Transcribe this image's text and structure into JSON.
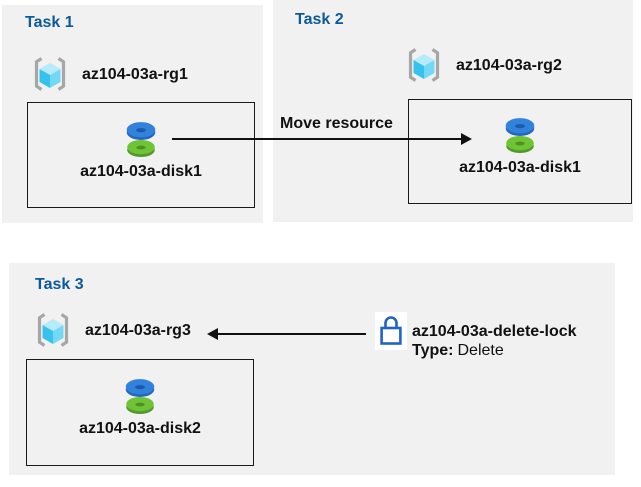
{
  "tasks": [
    {
      "title": "Task 1",
      "resource_group": "az104-03a-rg1",
      "disk": "az104-03a-disk1"
    },
    {
      "title": "Task 2",
      "resource_group": "az104-03a-rg2",
      "disk": "az104-03a-disk1"
    },
    {
      "title": "Task 3",
      "resource_group": "az104-03a-rg3",
      "disk": "az104-03a-disk2"
    }
  ],
  "move_arrow": {
    "label": "Move resource"
  },
  "lock": {
    "name": "az104-03a-delete-lock",
    "type_label": "Type:",
    "type_value": "Delete"
  },
  "icons": {
    "resource_group": "resource-group-icon",
    "disk": "disk-icon",
    "lock": "lock-icon"
  },
  "colors": {
    "panel_background": "#F1F1F1",
    "task_title": "#0D5A9A",
    "lock_outline": "#2063C6",
    "disk_top_blue": "#3181DD",
    "disk_bottom_green": "#6FC436",
    "cube_cyan": "#35C2EC",
    "bracket_gray": "#A6A6A6",
    "arrow": "#111111"
  }
}
